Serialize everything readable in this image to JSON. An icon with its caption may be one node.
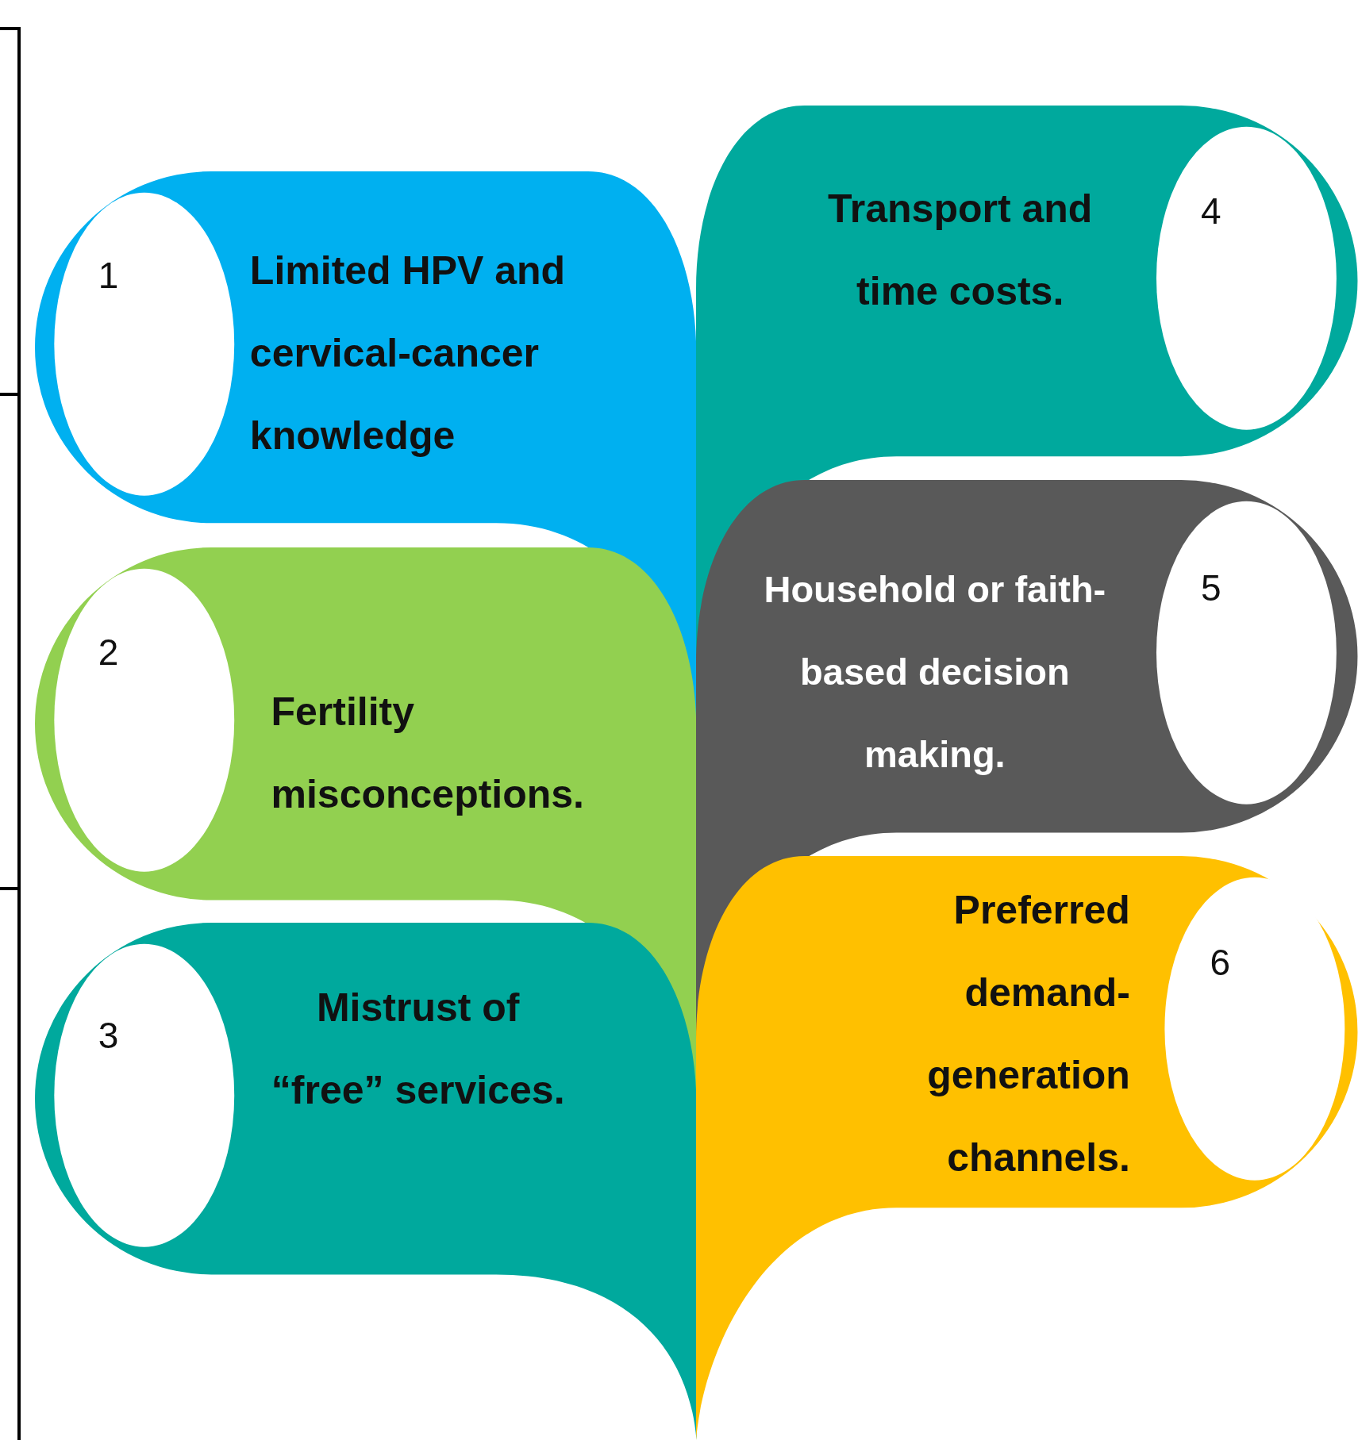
{
  "diagram": {
    "nodes": [
      {
        "text": [
          "1",
          "Limited HPV and cervical-cancer knowledge"
        ]
      },
      {
        "text": [
          "2",
          "Fertility misconceptions."
        ]
      },
      {
        "text": [
          "3",
          "Mistrust of “free” services."
        ]
      },
      {
        "text": [
          "Transport and time costs.",
          "4"
        ]
      },
      {
        "text": [
          "Household or faith-based decision making.",
          "5"
        ]
      },
      {
        "text": [
          "Preferred demand-generation channels.",
          "6"
        ]
      }
    ]
  }
}
